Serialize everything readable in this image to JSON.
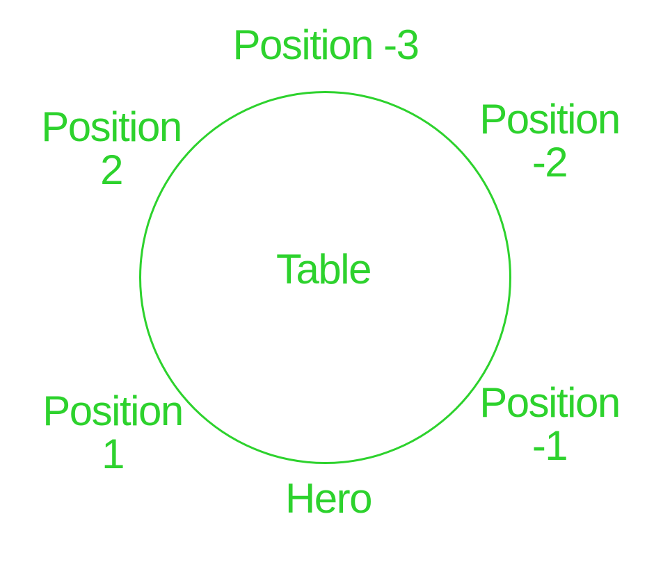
{
  "diagram": {
    "table_label": "Table",
    "colors": {
      "accent": "#2dd22d",
      "background": "#ffffff"
    },
    "seats": [
      {
        "position": "top",
        "label": "Position -3"
      },
      {
        "position": "upper-left",
        "line1": "Position",
        "line2": "2"
      },
      {
        "position": "upper-right",
        "line1": "Position",
        "line2": "-2"
      },
      {
        "position": "lower-left",
        "line1": "Position",
        "line2": "1"
      },
      {
        "position": "lower-right",
        "line1": "Position",
        "line2": "-1"
      },
      {
        "position": "bottom",
        "label": "Hero"
      }
    ]
  }
}
